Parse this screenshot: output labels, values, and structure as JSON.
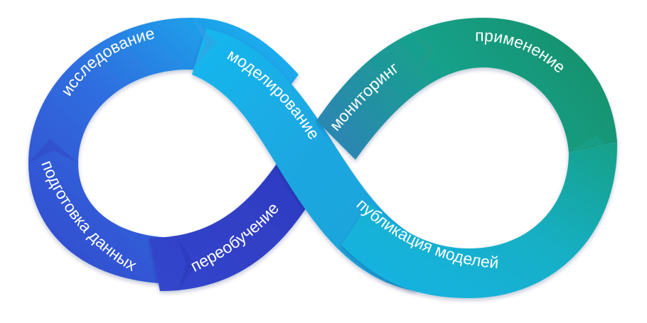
{
  "diagram": {
    "stages": [
      {
        "id": "research",
        "label": "исследование"
      },
      {
        "id": "modeling",
        "label": "моделирование"
      },
      {
        "id": "monitoring",
        "label": "мониторинг"
      },
      {
        "id": "application",
        "label": "применение"
      },
      {
        "id": "model_publishing",
        "label": "публикация моделей"
      },
      {
        "id": "retraining",
        "label": "переобучение"
      },
      {
        "id": "data_preparation",
        "label": "подготовка данных"
      }
    ],
    "colors": {
      "deep_blue": "#2b3fc9",
      "blue": "#2f6fe0",
      "sky": "#14b4ec",
      "cyan": "#1ea8dc",
      "teal": "#1aa79a",
      "green": "#14916a"
    }
  }
}
